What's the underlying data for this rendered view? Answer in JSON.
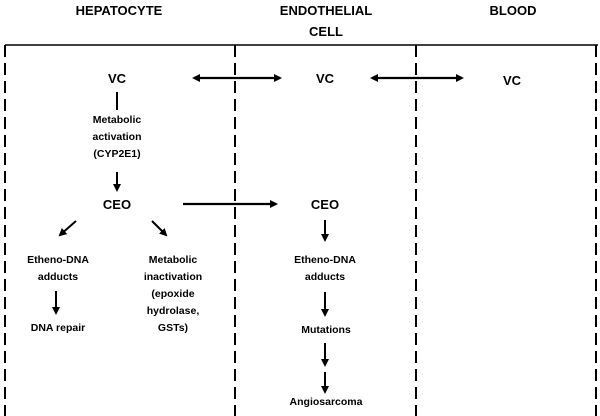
{
  "headers": {
    "hepatocyte": "HEPATOCYTE",
    "endothelial_line1": "ENDOTHELIAL",
    "endothelial_line2": "CELL",
    "blood": "BLOOD"
  },
  "hepatocyte": {
    "vc": "VC",
    "activation_line1": "Metabolic",
    "activation_line2": "activation",
    "activation_line3": "(CYP2E1)",
    "ceo": "CEO",
    "adducts_line1": "Etheno-DNA",
    "adducts_line2": "adducts",
    "repair": "DNA repair",
    "inactivation_line1": "Metabolic",
    "inactivation_line2": "inactivation",
    "inactivation_line3": "(epoxide",
    "inactivation_line4": "hydrolase,",
    "inactivation_line5": "GSTs)"
  },
  "endothelial": {
    "vc": "VC",
    "ceo": "CEO",
    "adducts_line1": "Etheno-DNA",
    "adducts_line2": "adducts",
    "mutations": "Mutations",
    "angiosarcoma": "Angiosarcoma"
  },
  "blood": {
    "vc": "VC"
  }
}
